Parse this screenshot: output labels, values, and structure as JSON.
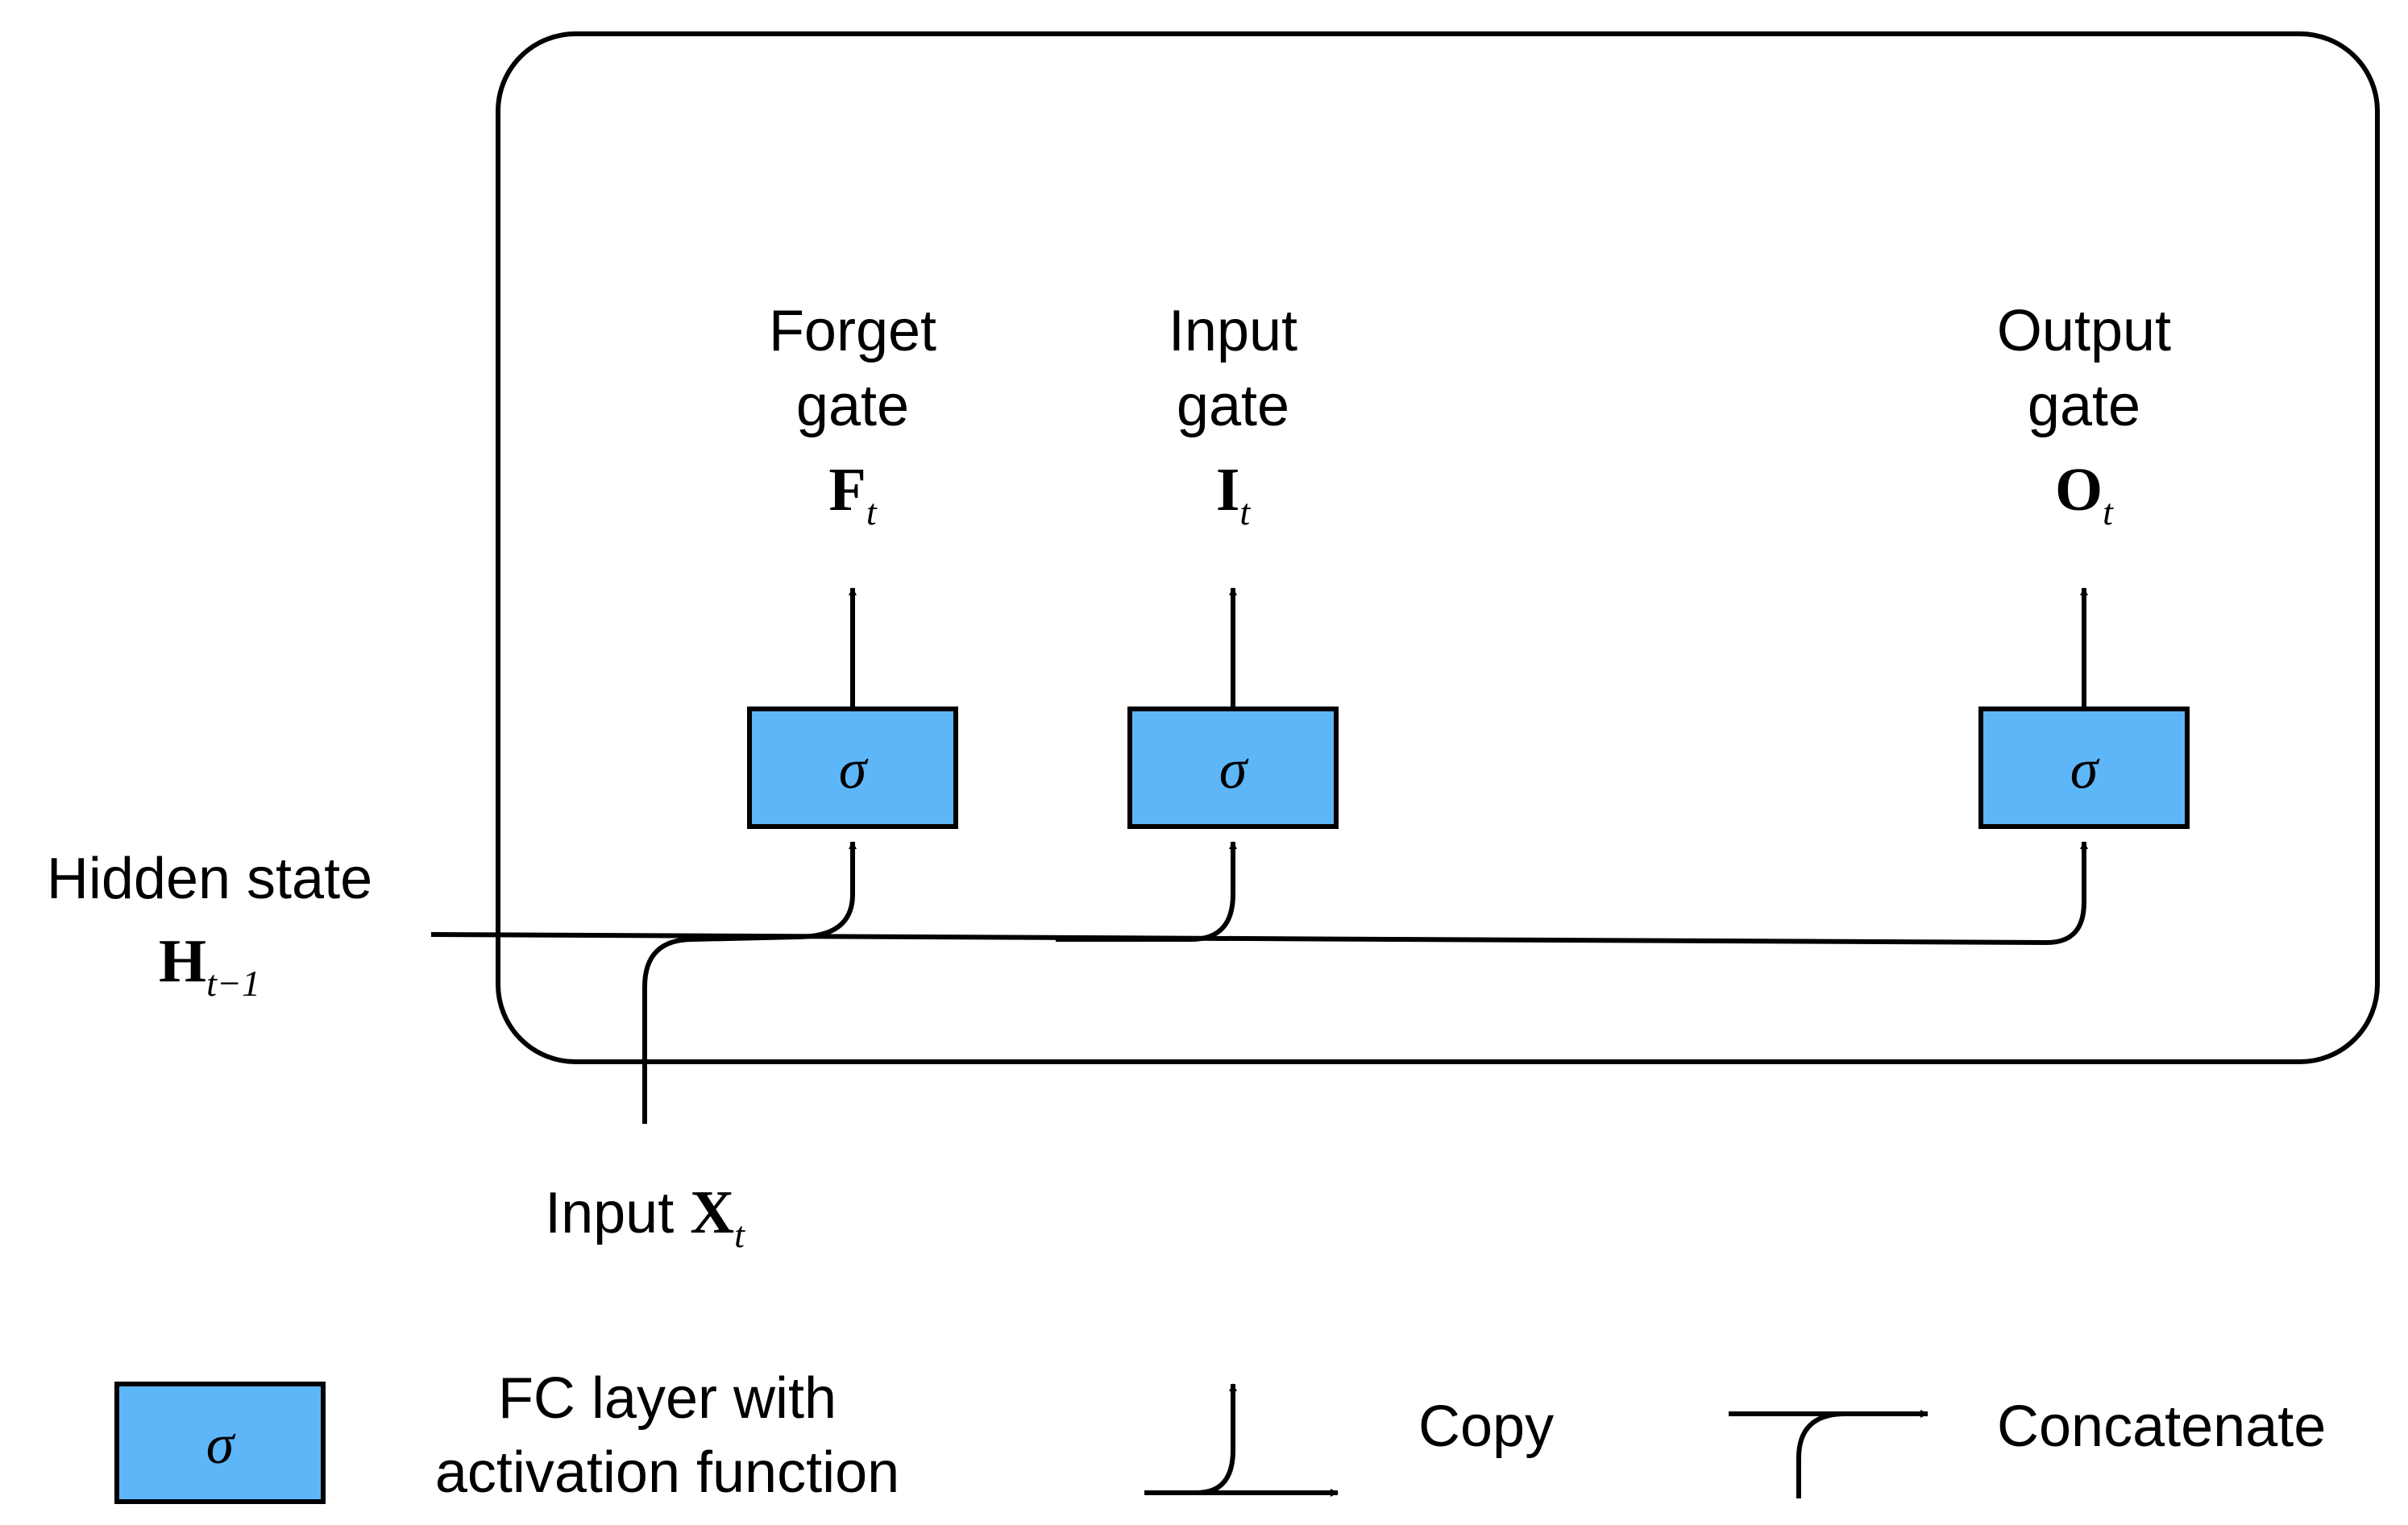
{
  "colors": {
    "fc_box_fill": "#5DB6F8",
    "stroke": "#000000"
  },
  "cell": {
    "sigma_symbol": "σ",
    "gates": [
      {
        "line1": "Forget",
        "line2": "gate",
        "symbol": "F",
        "subscript": "t"
      },
      {
        "line1": "Input",
        "line2": "gate",
        "symbol": "I",
        "subscript": "t"
      },
      {
        "line1": "Output",
        "line2": "gate",
        "symbol": "O",
        "subscript": "t"
      }
    ],
    "hidden_state": {
      "label": "Hidden state",
      "symbol": "H",
      "subscript": "t−1"
    },
    "input": {
      "label": "Input",
      "symbol": "X",
      "subscript": "t"
    }
  },
  "legend": {
    "fc_sigma": "σ",
    "fc_line1": "FC layer with",
    "fc_line2": "activation function",
    "copy": "Copy",
    "concatenate": "Concatenate"
  }
}
